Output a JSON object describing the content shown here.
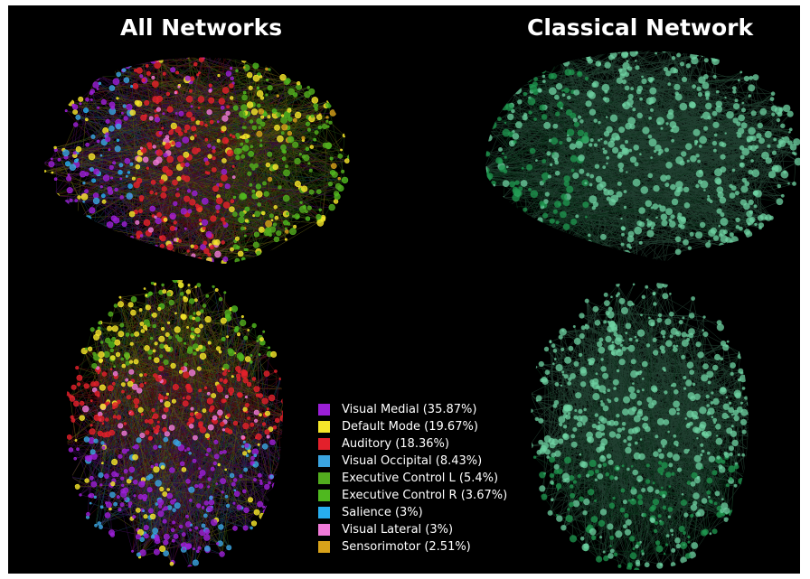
{
  "titles": {
    "left": "All Networks",
    "right": "Classical Network"
  },
  "colors": {
    "background": "#000000",
    "classical_dark": "#1f9a50",
    "classical_light": "#6fd3a3"
  },
  "legend": [
    {
      "label": "Visual Medial (35.87%)",
      "color": "#9b1fd6",
      "percent": 35.87
    },
    {
      "label": "Default Mode (19.67%)",
      "color": "#f5e62a",
      "percent": 19.67
    },
    {
      "label": "Auditory (18.36%)",
      "color": "#e3202b",
      "percent": 18.36
    },
    {
      "label": "Visual Occipital (8.43%)",
      "color": "#3ba4e0",
      "percent": 8.43
    },
    {
      "label": "Executive Control L (5.4%)",
      "color": "#52ad1e",
      "percent": 5.4
    },
    {
      "label": "Executive Control R (3.67%)",
      "color": "#4fb81f",
      "percent": 3.67
    },
    {
      "label": "Salience (3%)",
      "color": "#27aef0",
      "percent": 3
    },
    {
      "label": "Visual Lateral (3%)",
      "color": "#f07ad8",
      "percent": 3
    },
    {
      "label": "Sensorimotor (2.51%)",
      "color": "#d8a21a",
      "percent": 2.51
    }
  ]
}
